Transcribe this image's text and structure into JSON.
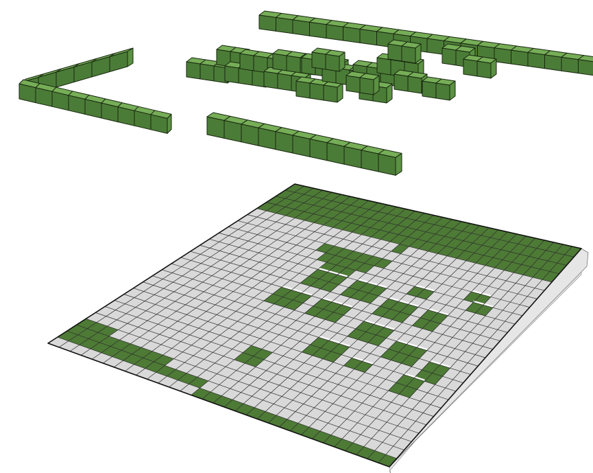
{
  "colors": {
    "background": "#ffffff",
    "block_top": "#76ad57",
    "block_left": "#5a9142",
    "block_right": "#4b7c37",
    "edge": "#17260f",
    "plate_cell": "#d9d9d9",
    "plate_green": "#4d7a35",
    "plate_line": "#2e2e2e",
    "plate_side": "#e6e6e6"
  },
  "plate": {
    "columns": 31,
    "rows": 26,
    "filled_rows": [
      0,
      1,
      2,
      3
    ],
    "filled_cells": [
      [
        4,
        15
      ],
      [
        6,
        9
      ],
      [
        6,
        10
      ],
      [
        6,
        11
      ],
      [
        6,
        12
      ],
      [
        6,
        13
      ],
      [
        6,
        14
      ],
      [
        6,
        15
      ],
      [
        7,
        10
      ],
      [
        7,
        11
      ],
      [
        7,
        12
      ],
      [
        7,
        13
      ],
      [
        7,
        14
      ],
      [
        8,
        11
      ],
      [
        8,
        12
      ],
      [
        8,
        13
      ],
      [
        22,
        0
      ],
      [
        22,
        1
      ],
      [
        22,
        2
      ],
      [
        23,
        0
      ],
      [
        23,
        1
      ],
      [
        23,
        2
      ],
      [
        23,
        3
      ],
      [
        23,
        4
      ],
      [
        23,
        5
      ],
      [
        23,
        6
      ],
      [
        23,
        7
      ],
      [
        23,
        8
      ],
      [
        24,
        0
      ],
      [
        24,
        1
      ],
      [
        24,
        2
      ],
      [
        24,
        3
      ],
      [
        24,
        4
      ],
      [
        24,
        5
      ],
      [
        24,
        6
      ],
      [
        24,
        7
      ],
      [
        24,
        8
      ],
      [
        24,
        9
      ],
      [
        24,
        10
      ],
      [
        24,
        11
      ],
      [
        24,
        12
      ],
      [
        25,
        13
      ],
      [
        25,
        14
      ],
      [
        25,
        15
      ],
      [
        25,
        16
      ],
      [
        25,
        17
      ],
      [
        25,
        18
      ],
      [
        25,
        19
      ],
      [
        25,
        20
      ],
      [
        25,
        21
      ],
      [
        25,
        22
      ],
      [
        25,
        23
      ],
      [
        25,
        24
      ],
      [
        25,
        25
      ],
      [
        25,
        26
      ],
      [
        25,
        27
      ],
      [
        25,
        28
      ],
      [
        25,
        29
      ],
      [
        25,
        30
      ],
      [
        19,
        13
      ],
      [
        19,
        14
      ],
      [
        20,
        13
      ],
      [
        20,
        14
      ]
    ],
    "holes": [
      {
        "row": 9,
        "col": 11,
        "w": 3,
        "h": 2
      },
      {
        "row": 9,
        "col": 15,
        "w": 3,
        "h": 2
      },
      {
        "row": 10,
        "col": 19,
        "w": 3,
        "h": 2
      },
      {
        "row": 10,
        "col": 23,
        "w": 2,
        "h": 2
      },
      {
        "row": 12,
        "col": 10,
        "w": 3,
        "h": 2
      },
      {
        "row": 12,
        "col": 14,
        "w": 3,
        "h": 2
      },
      {
        "row": 13,
        "col": 19,
        "w": 3,
        "h": 2
      },
      {
        "row": 14,
        "col": 23,
        "w": 3,
        "h": 2
      },
      {
        "row": 15,
        "col": 27,
        "w": 2,
        "h": 2
      },
      {
        "row": 16,
        "col": 17,
        "w": 3,
        "h": 2
      },
      {
        "row": 17,
        "col": 21,
        "w": 2,
        "h": 1
      },
      {
        "row": 17,
        "col": 26,
        "w": 2,
        "h": 2
      },
      {
        "row": 8,
        "col": 20,
        "w": 2,
        "h": 1
      },
      {
        "row": 7,
        "col": 25,
        "w": 2,
        "h": 1
      },
      {
        "row": 8,
        "col": 26,
        "w": 2,
        "h": 1
      }
    ]
  },
  "block_groups": [
    {
      "name": "top-long-bar",
      "cubes": 20
    },
    {
      "name": "l-shaped-bar",
      "cubes": 14
    },
    {
      "name": "middle-bar",
      "cubes": 12
    },
    {
      "name": "central-cluster",
      "cubes": 64
    }
  ]
}
